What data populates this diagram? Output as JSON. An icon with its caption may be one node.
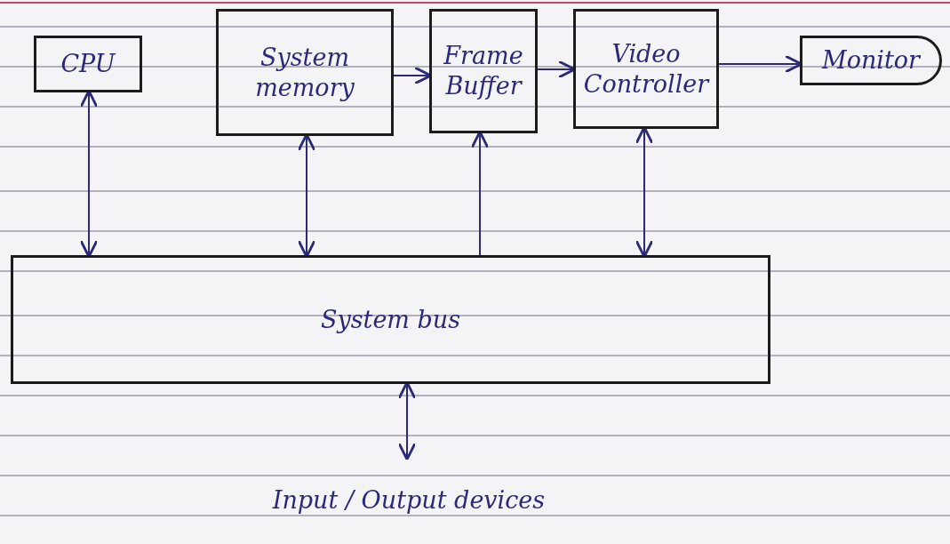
{
  "diagram": {
    "nodes": [
      {
        "text": [
          "CPU"
        ]
      },
      {
        "text": [
          "System memory"
        ]
      },
      {
        "text": [
          "Frame Buffer"
        ]
      },
      {
        "text": [
          "Video Controller"
        ]
      },
      {
        "text": [
          "Monitor"
        ]
      },
      {
        "text": [
          "System bus"
        ]
      },
      {
        "text": [
          "Input / Output devices"
        ]
      }
    ],
    "edges": [
      {
        "from": 0,
        "to": 5,
        "arrow": "both"
      },
      {
        "from": 1,
        "to": 5,
        "arrow": "both"
      },
      {
        "from": 5,
        "to": 2,
        "arrow": "to"
      },
      {
        "from": 3,
        "to": 5,
        "arrow": "both"
      },
      {
        "from": 1,
        "to": 2,
        "arrow": "to"
      },
      {
        "from": 2,
        "to": 3,
        "arrow": "to"
      },
      {
        "from": 3,
        "to": 4,
        "arrow": "to"
      },
      {
        "from": 5,
        "to": 6,
        "arrow": "both"
      }
    ]
  }
}
